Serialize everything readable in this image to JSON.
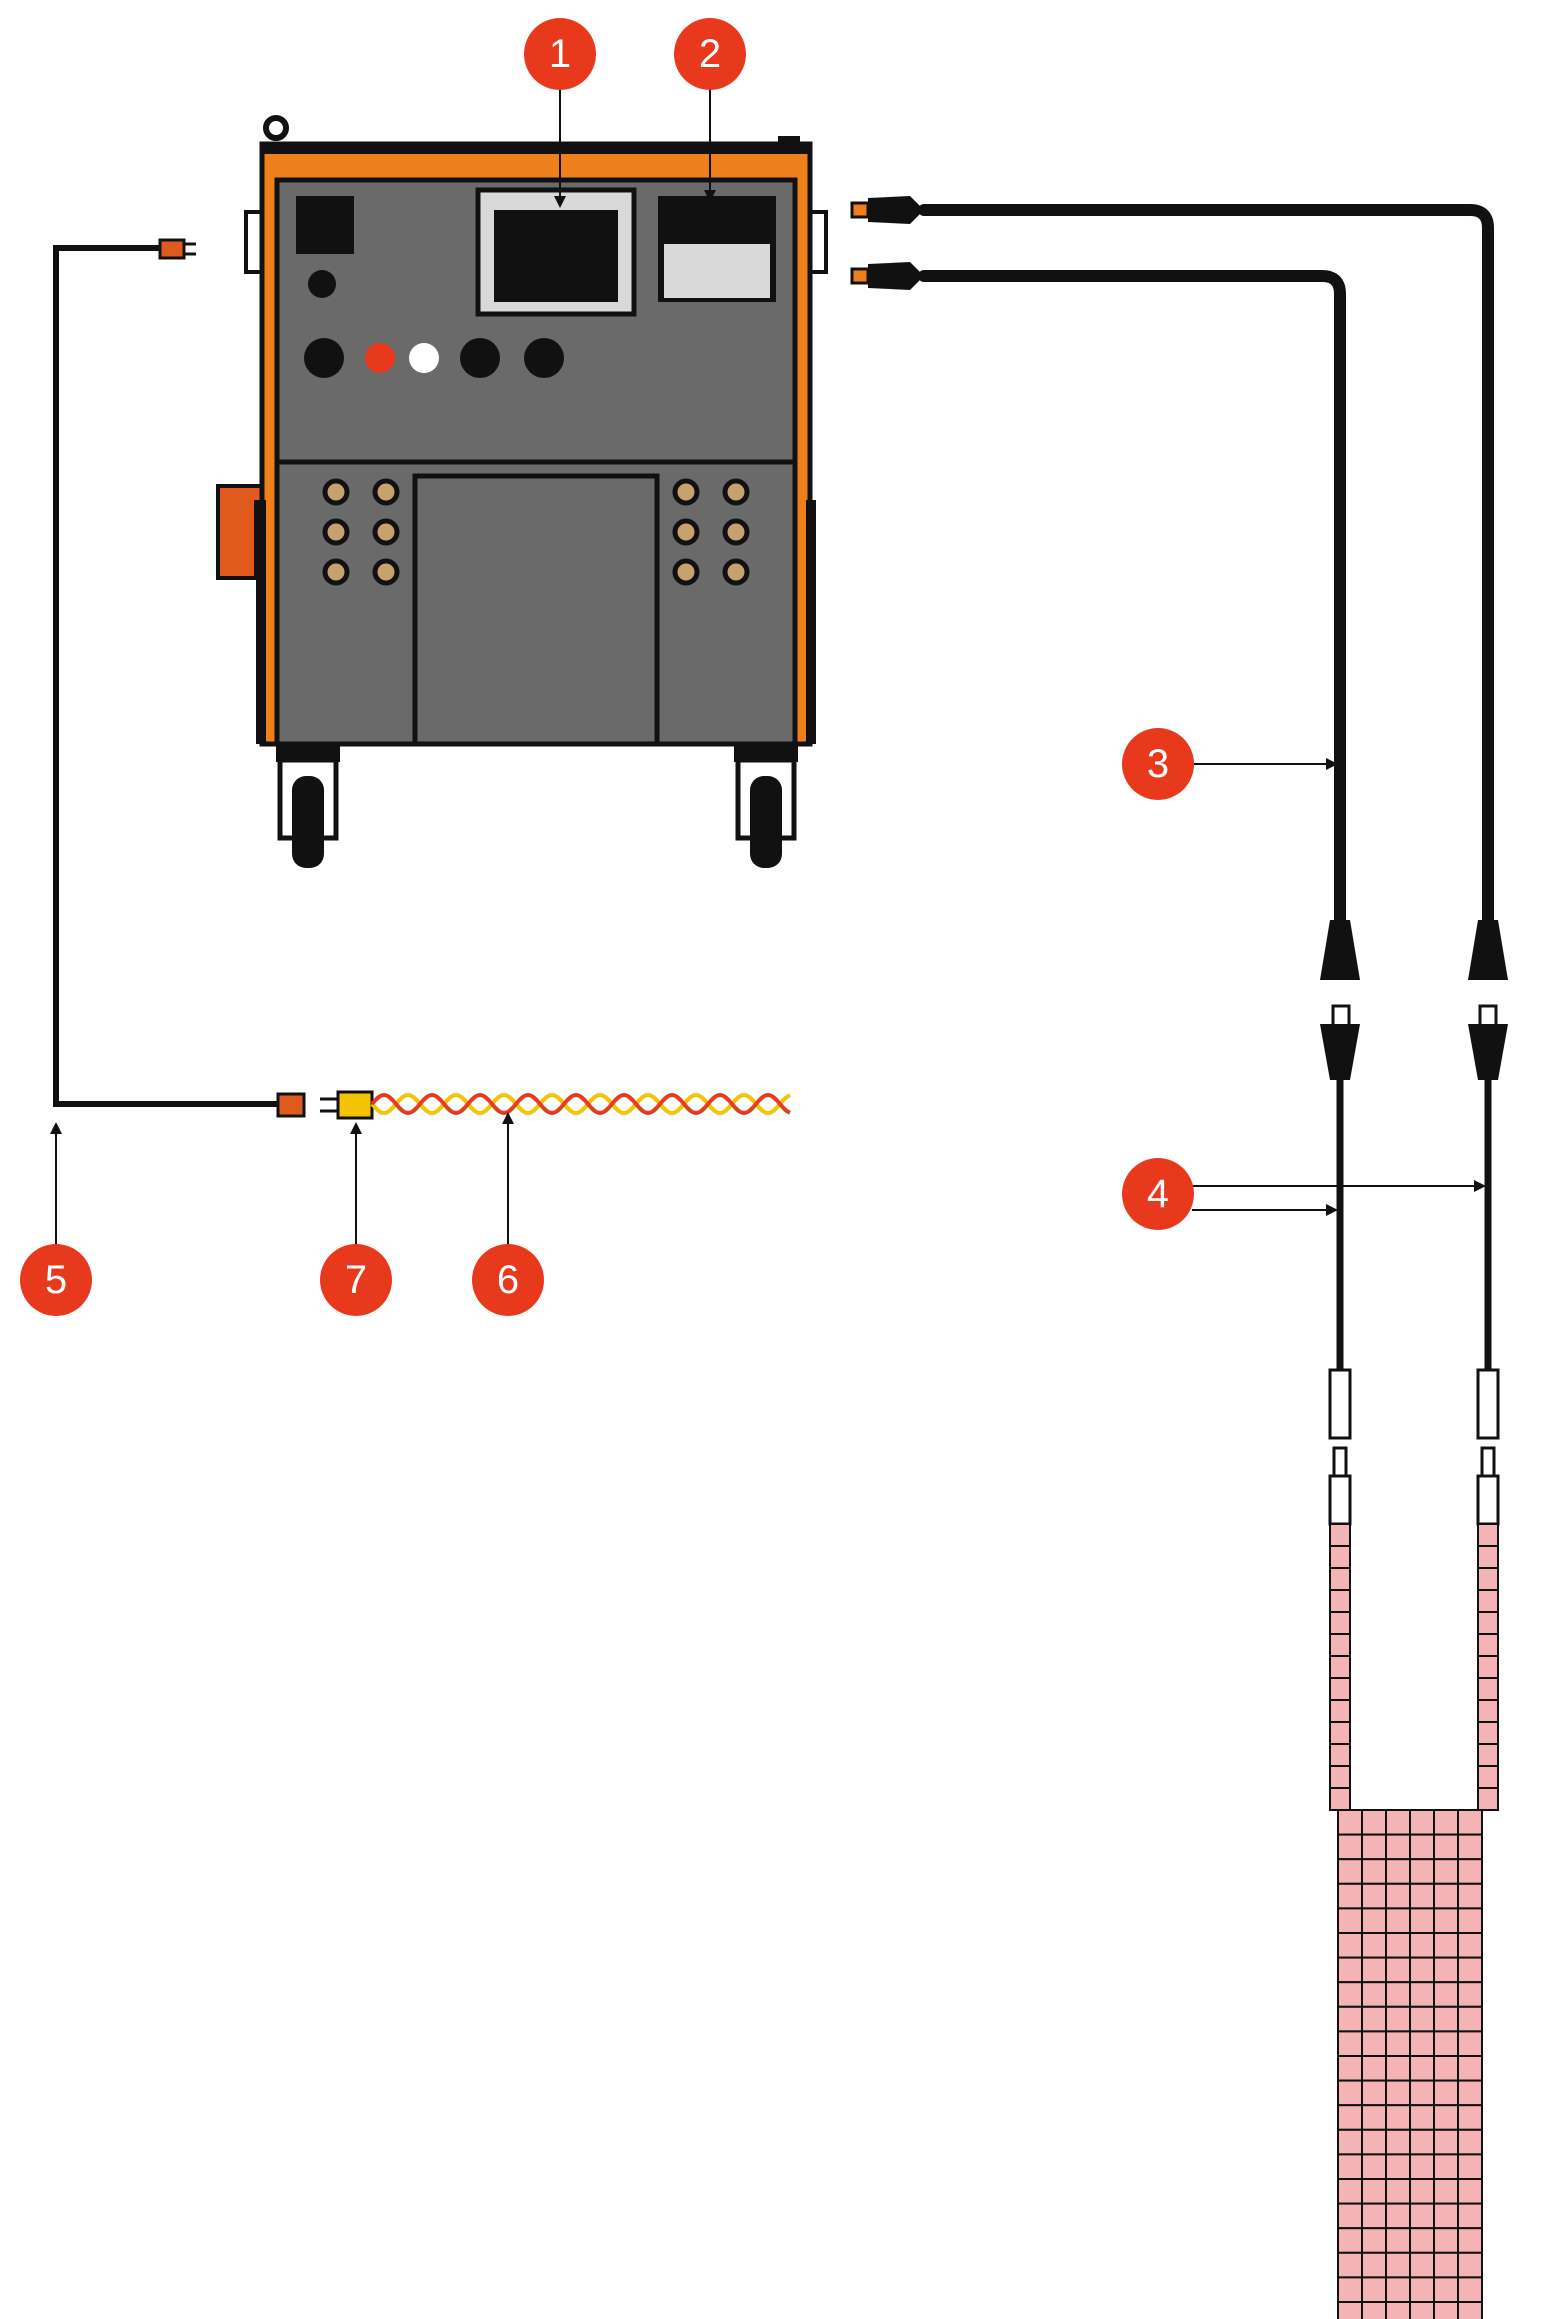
{
  "callouts": [
    {
      "id": "1",
      "label": "1"
    },
    {
      "id": "2",
      "label": "2"
    },
    {
      "id": "3",
      "label": "3"
    },
    {
      "id": "4",
      "label": "4"
    },
    {
      "id": "5",
      "label": "5"
    },
    {
      "id": "6",
      "label": "6"
    },
    {
      "id": "7",
      "label": "7"
    }
  ],
  "colors": {
    "callout": "#e8391d",
    "housing": "#ef7f1a",
    "panel": "#6b6a6b",
    "outline": "#111111",
    "cable": "#111111",
    "brass": "#c8a26d",
    "heater_pad": "#f4b4b6",
    "connector_orange": "#e05a1e",
    "connector_yellow": "#f5c400",
    "wire_red": "#e8391d",
    "wire_yellow": "#f5c400",
    "display_light": "#d9d9d9"
  },
  "icons": {
    "machine": "heat-treatment-machine-icon",
    "heater": "heating-pad-icon",
    "thermocouple": "thermocouple-wire-icon"
  }
}
